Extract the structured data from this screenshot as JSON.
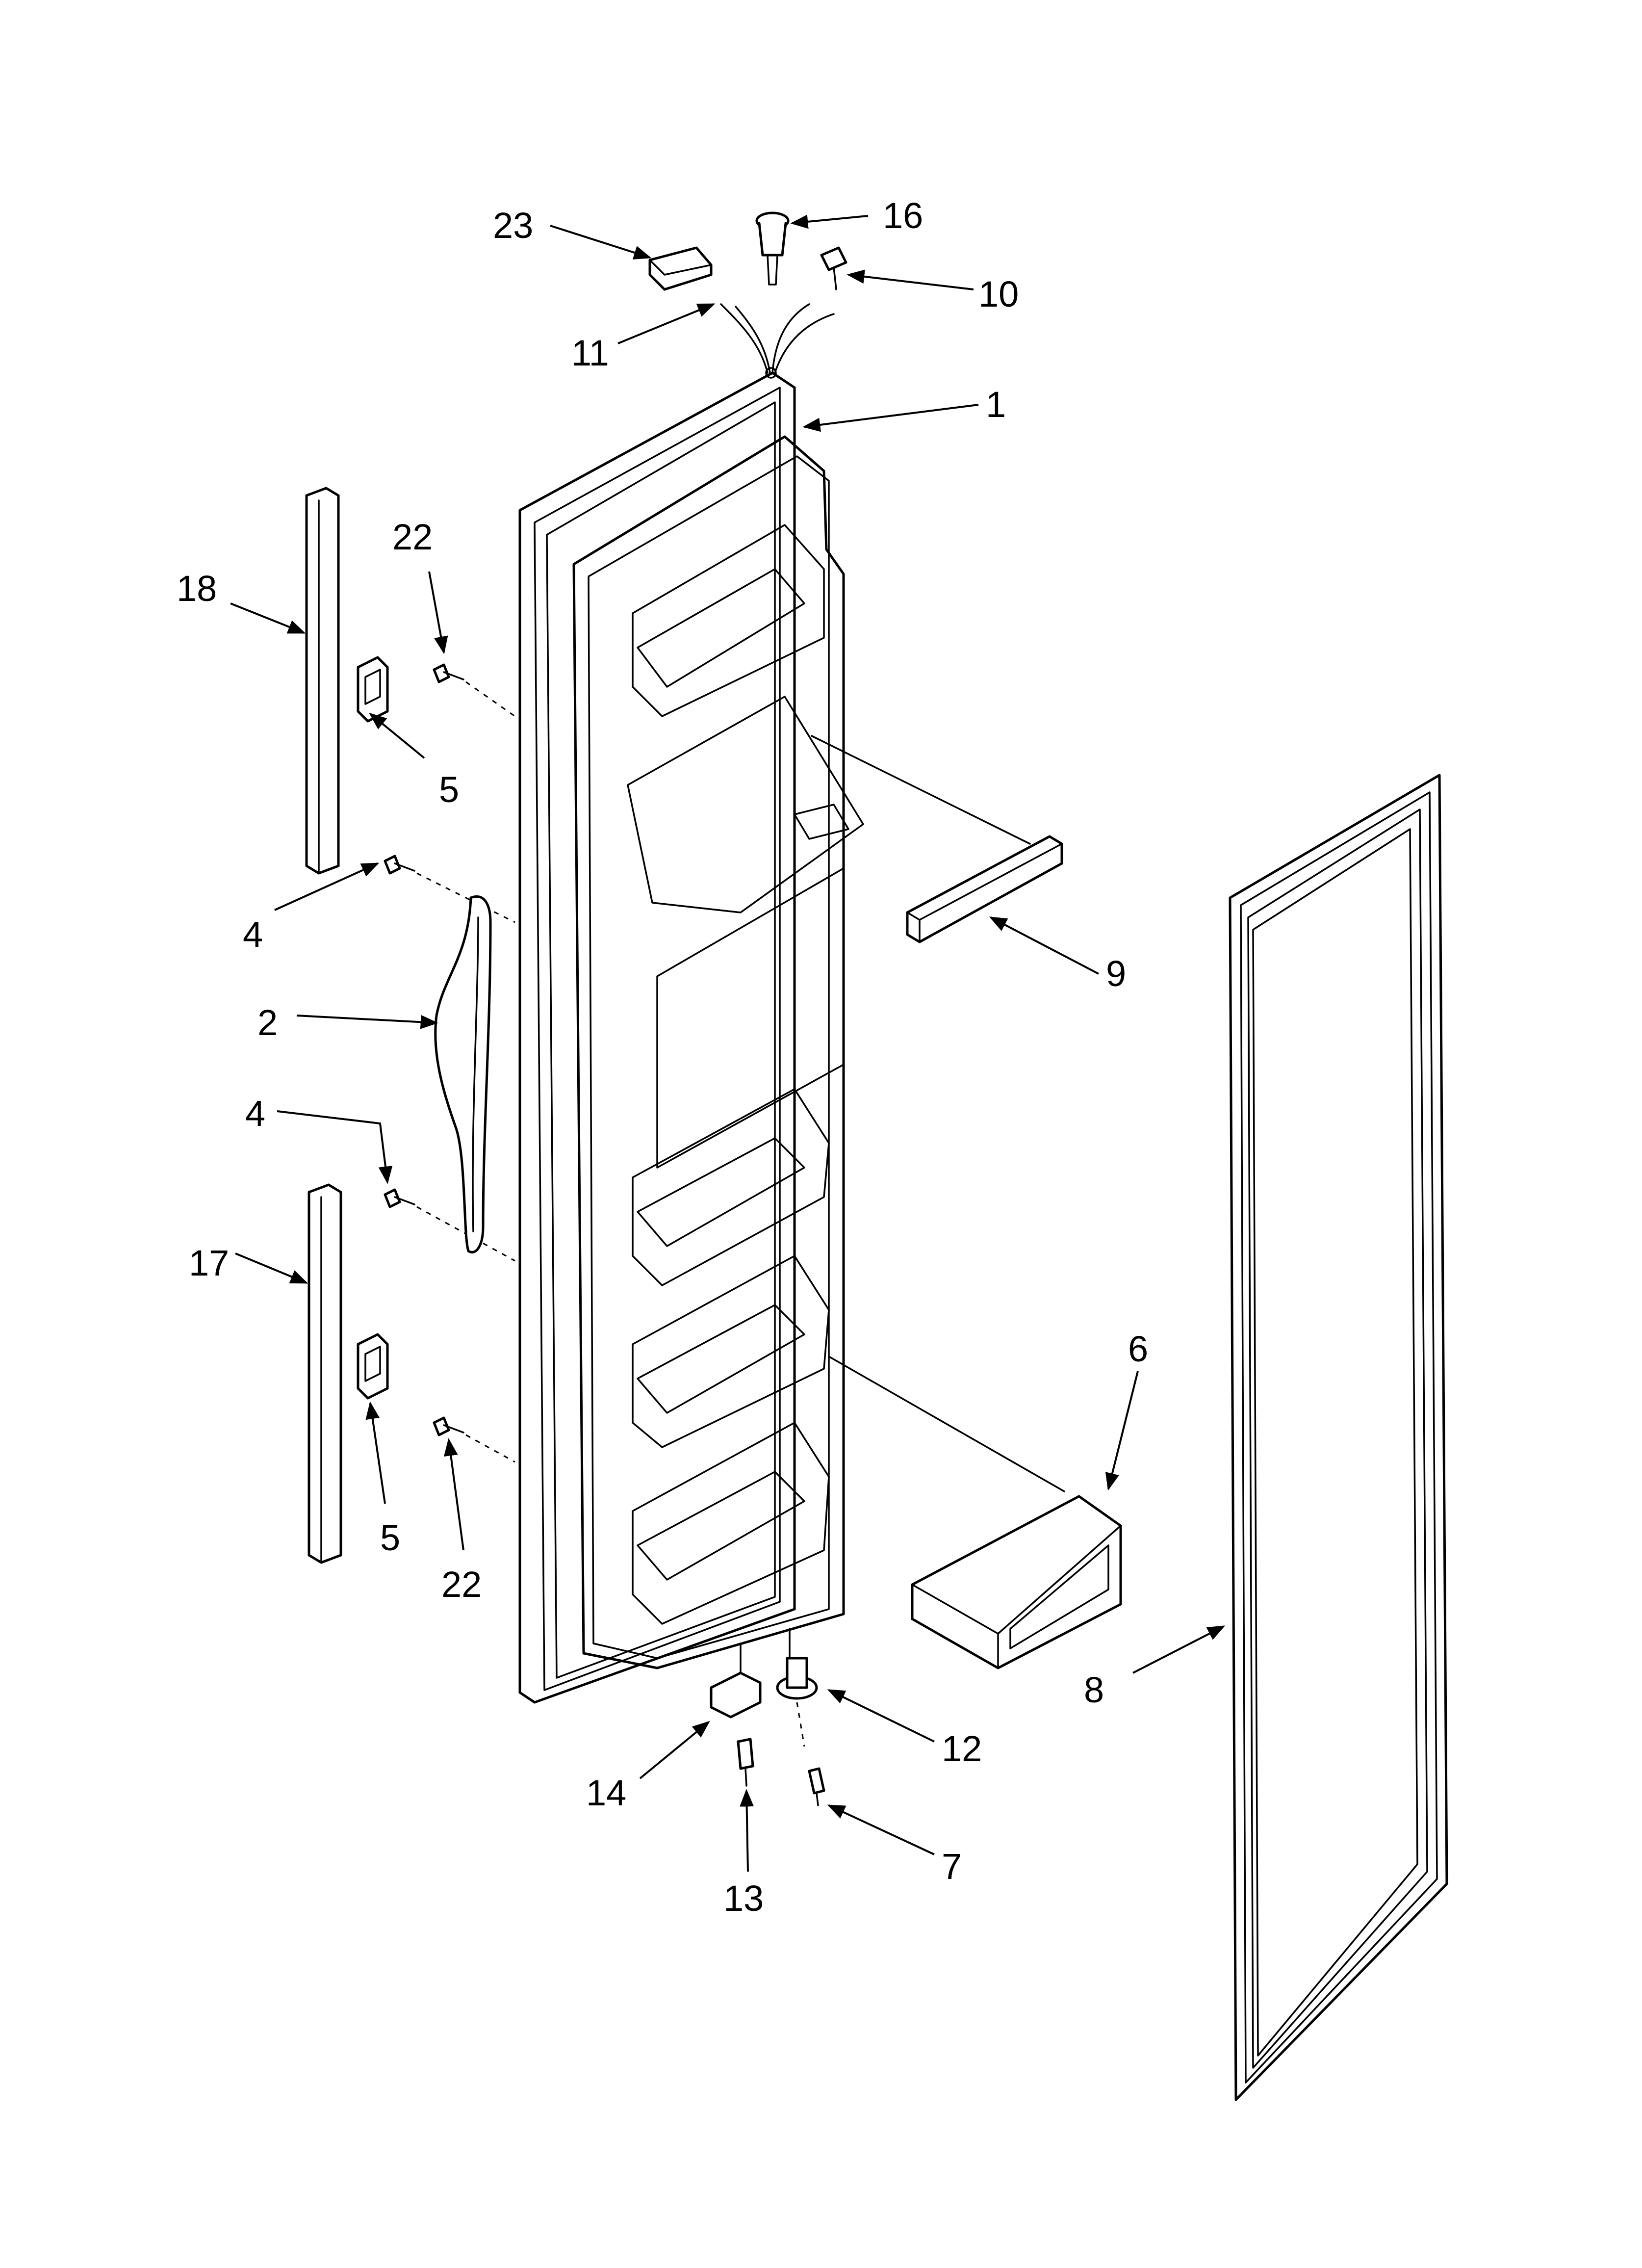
{
  "diagram": {
    "callouts": {
      "c1": "1",
      "c2": "2",
      "c4a": "4",
      "c4b": "4",
      "c5a": "5",
      "c5b": "5",
      "c6": "6",
      "c7": "7",
      "c8": "8",
      "c9": "9",
      "c10": "10",
      "c11": "11",
      "c12": "12",
      "c13": "13",
      "c14": "14",
      "c16": "16",
      "c17": "17",
      "c18": "18",
      "c22a": "22",
      "c22b": "22",
      "c23": "23"
    }
  }
}
